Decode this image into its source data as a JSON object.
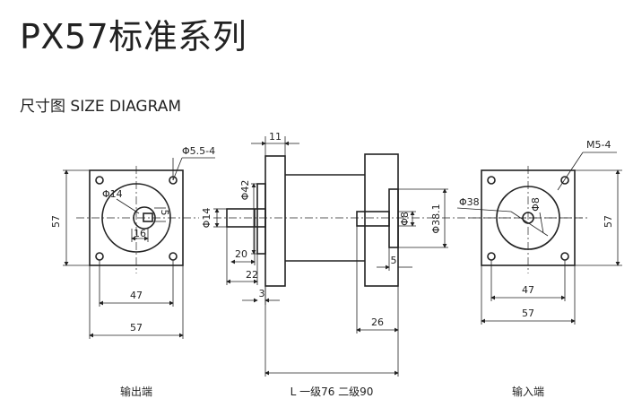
{
  "title": "PX57标准系列",
  "subtitle": "尺寸图 SIZE DIAGRAM",
  "captions": {
    "output": "输出端",
    "length": "L 一级76 二级90",
    "input": "输入端"
  },
  "labels": {
    "hole_output": "Φ5.5-4",
    "flange_thick": "11",
    "phi42": "Φ42",
    "phi14_bore": "Φ14",
    "dim5_output": "5",
    "dim16": "16",
    "height57_left": "57",
    "phi14_shaft": "Φ14",
    "dim20": "20",
    "dim22": "22",
    "dim3": "3",
    "width47_left": "47",
    "width57_left": "57",
    "phi38_input": "Φ38",
    "phi8_side": "Φ8",
    "phi38_1": "Φ38.1",
    "dim5_side": "5",
    "dim26": "26",
    "m5": "M5-4",
    "phi8_input": "Φ8",
    "height57_right": "57",
    "width47_right": "47",
    "width57_right": "57"
  }
}
